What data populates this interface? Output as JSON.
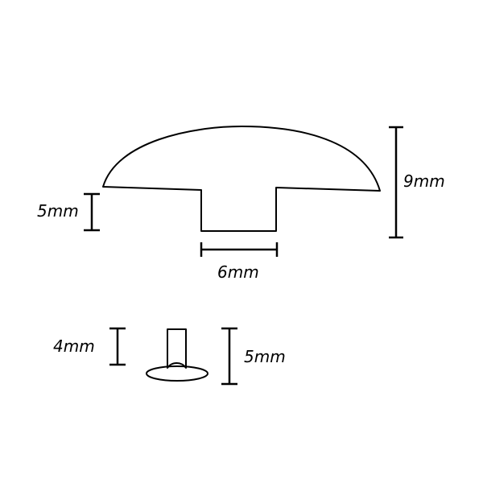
{
  "profile": {
    "height_label": "9mm",
    "lip_label": "5mm",
    "stem_width_label": "6mm"
  },
  "pin": {
    "shaft_label": "4mm",
    "height_label": "5mm"
  },
  "colors": {
    "line": "#000000",
    "background": "#ffffff"
  }
}
